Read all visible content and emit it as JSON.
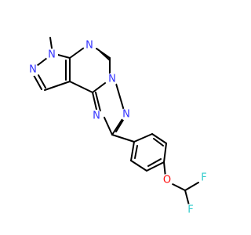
{
  "molecule": {
    "atom_colors": {
      "N": "#3333ff",
      "F": "#33cccc",
      "O": "#ff0d0d",
      "C": "#000000"
    },
    "atoms": [
      {
        "id": "n_methyl",
        "symbol": "N"
      },
      {
        "id": "n_pyrazole_2",
        "symbol": "N"
      },
      {
        "id": "n_pyrimidine_top",
        "symbol": "N"
      },
      {
        "id": "n_fused_bridge",
        "symbol": "N"
      },
      {
        "id": "n_triazole_right",
        "symbol": "N"
      },
      {
        "id": "n_triazole_left",
        "symbol": "N"
      },
      {
        "id": "o_ether",
        "symbol": "O"
      },
      {
        "id": "f_top",
        "symbol": "F"
      },
      {
        "id": "f_bottom",
        "symbol": "F"
      }
    ]
  }
}
